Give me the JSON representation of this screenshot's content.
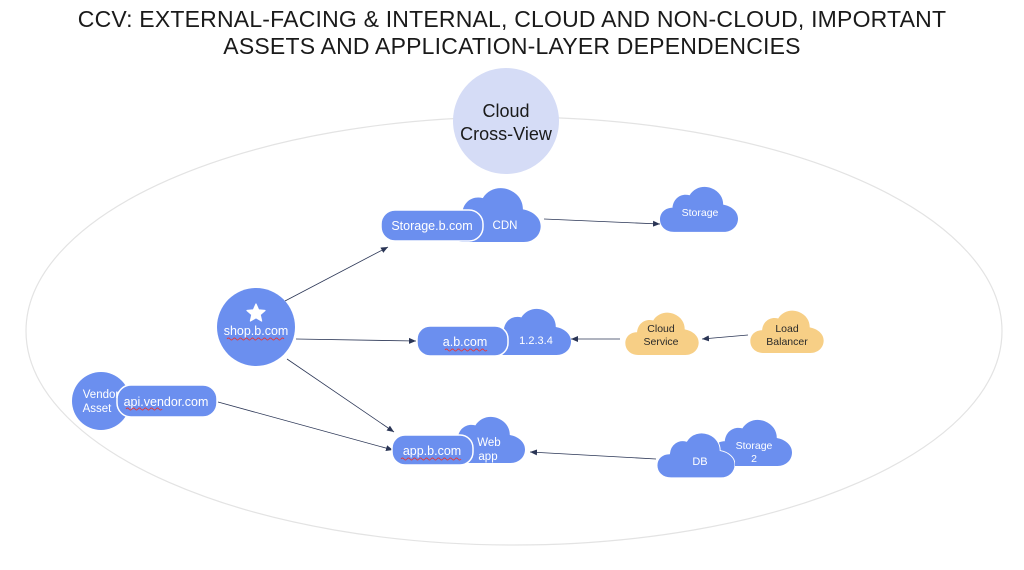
{
  "title": {
    "line1": "CCV: EXTERNAL-FACING & INTERNAL, CLOUD AND NON-CLOUD, IMPORTANT",
    "line2": "ASSETS AND APPLICATION-LAYER DEPENDENCIES"
  },
  "colors": {
    "blue": "#6b8fef",
    "orange": "#f7cf86",
    "lavender": "#d5dcf6",
    "ellipse": "#e3e3e3",
    "arrow": "#2a3555"
  },
  "hub": {
    "line1": "Cloud",
    "line2": "Cross-View"
  },
  "nodes": {
    "shop": {
      "label": "shop.b.com",
      "icon": "star-icon"
    },
    "vendor": {
      "line1": "Vendor",
      "line2": "Asset",
      "domain": "api.vendor.com"
    },
    "cdn": {
      "domain": "Storage.b.com",
      "cloud": "CDN"
    },
    "storage": {
      "cloud": "Storage"
    },
    "ab": {
      "domain": "a.b.com",
      "cloud": "1.2.3.4"
    },
    "cloud_service": {
      "line1": "Cloud",
      "line2": "Service"
    },
    "load_balancer": {
      "line1": "Load",
      "line2": "Balancer"
    },
    "webapp": {
      "domain": "app.b.com",
      "line1": "Web",
      "line2": "app"
    },
    "db": {
      "cloud": "DB"
    },
    "storage2": {
      "line1": "Storage",
      "line2": "2"
    }
  }
}
